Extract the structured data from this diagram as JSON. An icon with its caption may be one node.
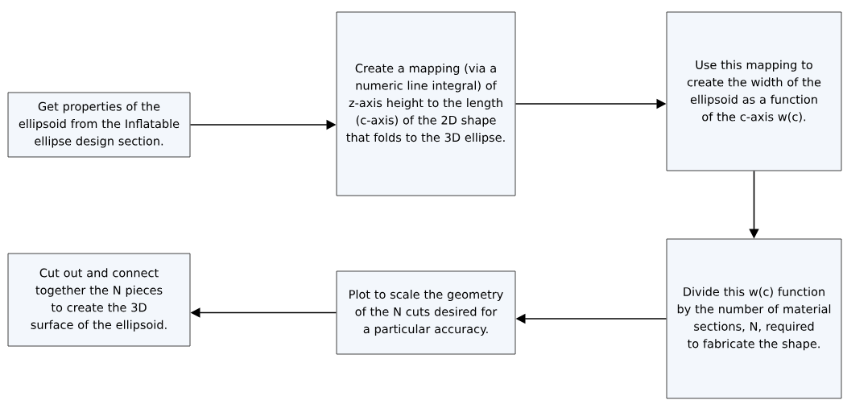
{
  "diagram": {
    "nodes": [
      {
        "text": [
          "Get properties of the ellipsoid from the Inflatable ellipse design section."
        ]
      },
      {
        "text": [
          "Create a mapping (via a numeric line integral) of z-axis height to the length (c-axis) of the 2D shape that folds to the 3D ellipse."
        ]
      },
      {
        "text": [
          "Use this mapping to create the width of the ellipsoid as a function of the c-axis w(c)."
        ]
      },
      {
        "text": [
          "Divide this w(c) function by the number of material sections, N, required to fabricate the shape."
        ]
      },
      {
        "text": [
          "Plot to scale the geometry of the N cuts desired for a particular accuracy."
        ]
      },
      {
        "text": [
          "Cut out and connect together the N pieces to create the 3D surface of the ellipsoid."
        ]
      }
    ],
    "edges": [
      {
        "from": 0,
        "to": 1,
        "arrow": "to"
      },
      {
        "from": 1,
        "to": 2,
        "arrow": "to"
      },
      {
        "from": 2,
        "to": 3,
        "arrow": "to"
      },
      {
        "from": 3,
        "to": 4,
        "arrow": "to"
      },
      {
        "from": 4,
        "to": 5,
        "arrow": "to"
      }
    ]
  }
}
